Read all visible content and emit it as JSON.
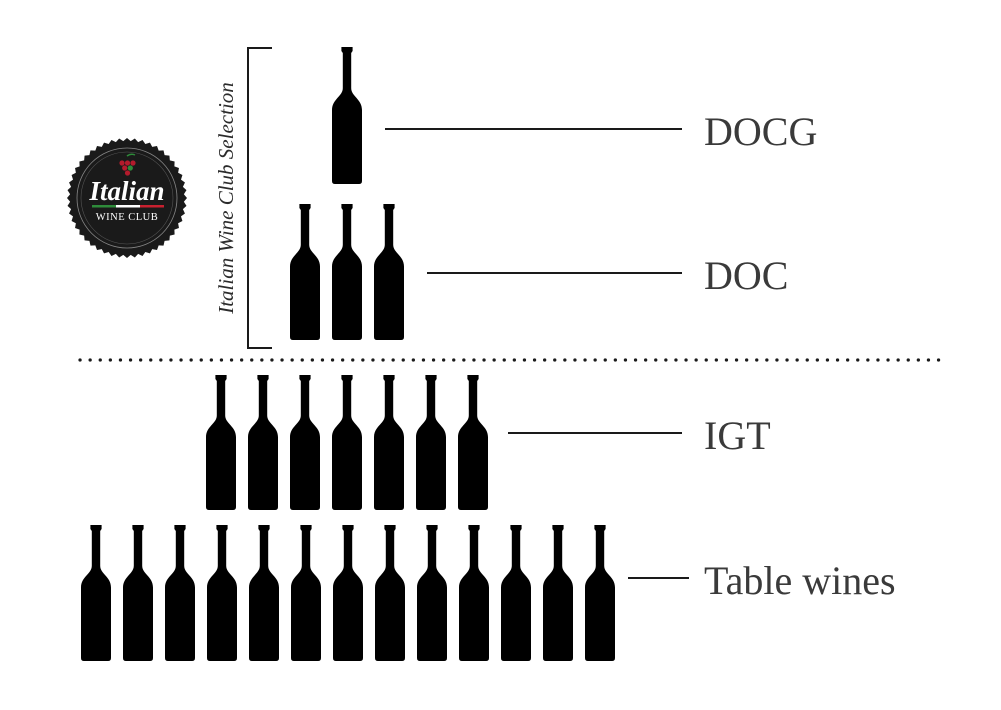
{
  "logo": {
    "main_text": "Italian",
    "sub_text": "WINE CLUB",
    "badge_color": "#1a1a1a",
    "grape_colors": [
      "#b31b2c",
      "#2e8b3a"
    ],
    "flag_colors": [
      "#2e8b3a",
      "#ffffff",
      "#c8202f"
    ]
  },
  "selection_bracket": {
    "label": "Italian Wine Club Selection"
  },
  "bottle_color": "#000000",
  "separator": {
    "style": "dotted"
  },
  "tiers": [
    {
      "name": "DOCG",
      "bottle_count": 1
    },
    {
      "name": "DOC",
      "bottle_count": 3
    },
    {
      "name": "IGT",
      "bottle_count": 7
    },
    {
      "name": "Table wines",
      "bottle_count": 13
    }
  ]
}
